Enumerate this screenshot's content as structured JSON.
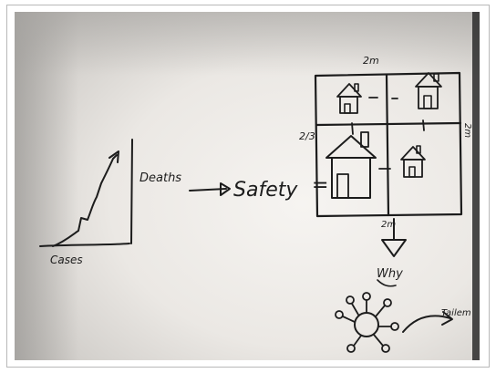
{
  "sketch": {
    "graph": {
      "y_label": "Deaths",
      "x_label": "Cases"
    },
    "equation": {
      "arrow_target": "Safety",
      "equals": "="
    },
    "grid": {
      "top_dimension": "2m",
      "left_dimension": "2/3",
      "right_dimension": "2m",
      "bottom_dimension": "2m"
    },
    "why_label": "Why",
    "virus_arrow_label": "Tailem"
  },
  "colors": {
    "paper_light": "#f4f2ef",
    "paper_mid": "#e6e3df",
    "paper_shadow": "#bcbab6",
    "ink": "#1c1c1c",
    "frame_border": "#b8b8b8"
  }
}
